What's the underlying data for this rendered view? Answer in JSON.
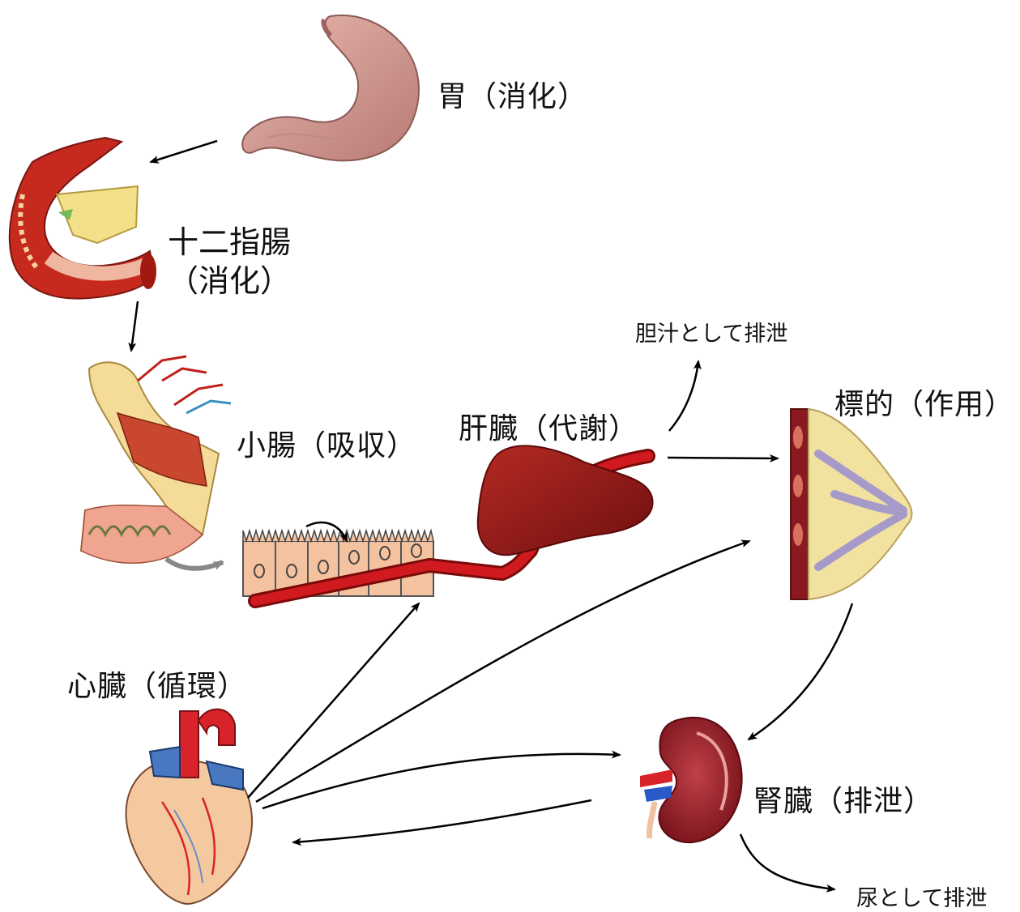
{
  "labels": {
    "stomach": "胃（消化）",
    "duodenum_line1": "十二指腸",
    "duodenum_line2": "（消化）",
    "small_intestine": "小腸（吸収）",
    "liver": "肝臓（代謝）",
    "bile_excretion": "胆汁として排泄",
    "target": "標的（作用）",
    "heart": "心臓（循環）",
    "kidney": "腎臓（排泄）",
    "urine_excretion": "尿として排泄"
  },
  "colors": {
    "arrow": "#000000",
    "blood_vessel": "#c0141c",
    "liver": "#9e1a1a",
    "stomach": "#d9a09a",
    "heart_red": "#d8232a",
    "heart_blue": "#4a78c0",
    "kidney": "#8e1c24",
    "intestine_tissue": "#f3c28f",
    "breast_fat": "#f1e2a0"
  },
  "icons": [
    "stomach-icon",
    "duodenum-icon",
    "small-intestine-icon",
    "epithelium-icon",
    "liver-icon",
    "target-tissue-icon",
    "heart-icon",
    "kidney-icon"
  ]
}
